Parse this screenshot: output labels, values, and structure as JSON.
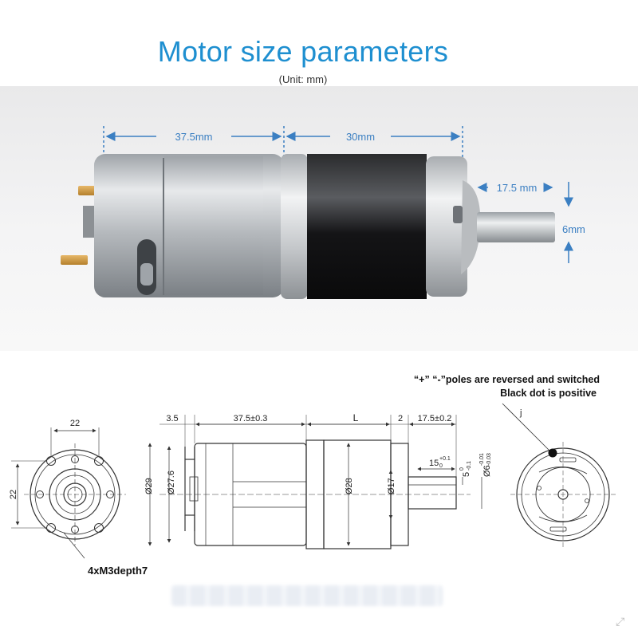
{
  "header": {
    "title": "Motor size parameters",
    "unit": "(Unit: mm)"
  },
  "photo": {
    "dim_motor": "37.5mm",
    "dim_gearbox": "30mm",
    "dim_shaft_length": "17.5 mm",
    "dim_shaft_diameter": "6mm"
  },
  "drawing": {
    "front_width": "22",
    "front_height": "22",
    "screw_note": "4xM3depth7",
    "dim_terminal": "3.5",
    "dim_motor_len": "37.5±0.3",
    "dim_L": "L",
    "dim_gap": "2",
    "dim_shaft_len": "17.5±0.2",
    "dim_flat": "15",
    "dim_flat_tol_up": "+0.1",
    "dim_flat_tol_dn": "0",
    "dim_flat_depth": "5",
    "dim_flat_depth_tol_up": "0",
    "dim_flat_depth_tol_dn": "-0.1",
    "dim_shaft_dia": "Ø6",
    "dim_shaft_dia_tol_up": "-0.01",
    "dim_shaft_dia_tol_dn": "-0.03",
    "dim_d29": "Ø29",
    "dim_d276": "Ø27.6",
    "dim_d28": "Ø28",
    "dim_d17": "Ø17",
    "rear_label": "j",
    "note_line1": "“+” “-”poles are reversed and switched",
    "note_line2": "Black dot is positive"
  },
  "colors": {
    "title": "#1e8fd0",
    "dimension_blue": "#3b7fc2",
    "motor_body": "#1c1c1e",
    "aluminum": "#c9cbcd"
  }
}
